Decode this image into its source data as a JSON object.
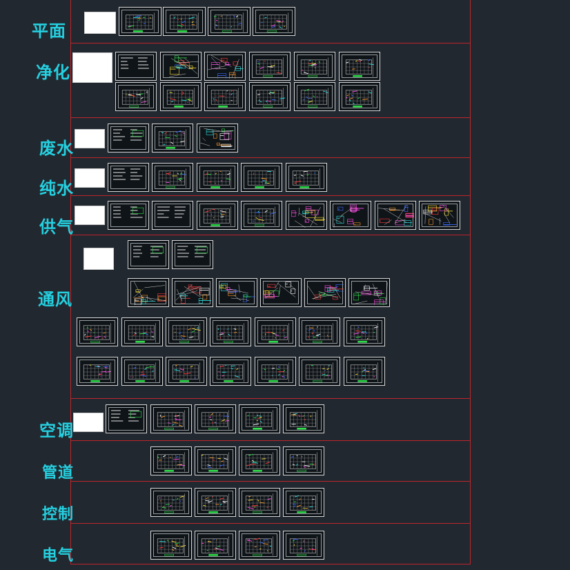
{
  "window": {
    "title": ""
  },
  "colors": {
    "background": "#212830",
    "frame": "#c0242b",
    "label": "#25d0e0",
    "sheet_border": "#d8d8d8"
  },
  "sections": [
    {
      "id": "plan",
      "label": "平面"
    },
    {
      "id": "purification",
      "label": "净化"
    },
    {
      "id": "wastewater",
      "label": "废水"
    },
    {
      "id": "pure-water",
      "label": "纯水"
    },
    {
      "id": "gas-supply",
      "label": "供气"
    },
    {
      "id": "ventilation",
      "label": "通风"
    },
    {
      "id": "air-conditioning",
      "label": "空调"
    },
    {
      "id": "piping",
      "label": "管道"
    },
    {
      "id": "control",
      "label": "控制"
    },
    {
      "id": "electrical",
      "label": "电气"
    }
  ]
}
